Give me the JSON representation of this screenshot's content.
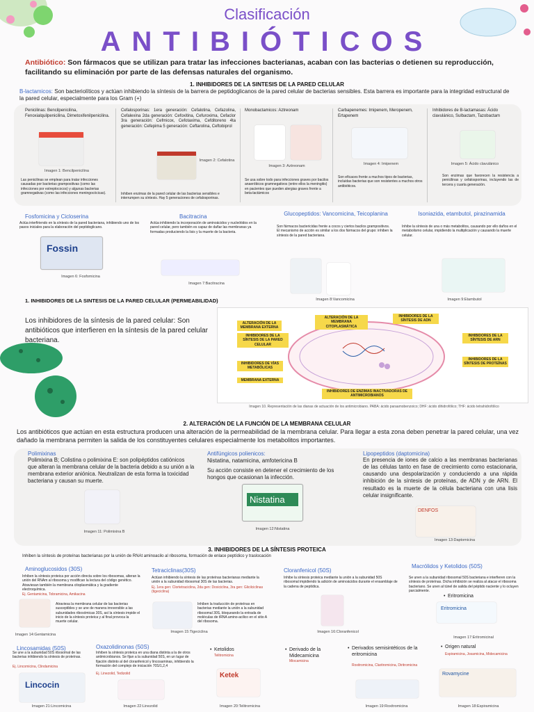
{
  "header": {
    "subtitle": "Clasificación",
    "title": "ANTIBIÓTICOS"
  },
  "intro": {
    "label": "Antibiótico:",
    "text": " Son fármacos que se utilizan para tratar las infecciones bacterianas, acaban con las bacterias o detienen su reproducción, facilitando su eliminación por parte de las defensas naturales del organismo."
  },
  "s1": {
    "heading": "1. INHIBIDORES DE LA SINTESIS DE LA PARED CELULAR",
    "beta_label": "B-lactamicos:",
    "beta_text": " Son bacteriolíticos y actúan inhibiendo la síntesis de la barrera de peptidoglicanos de la pared celular de bacterias sensibles. Esta barrera es importante para la integridad estructural de la pared celular, especialmente para los Gram (+)",
    "c1": {
      "list": "Penicilinas: Bencilpenicilina, Fenoxialquilpenicilina, Dimetoxifenilpenicilina.",
      "cap": "Imagen 1: Bencilpenicilina",
      "text": "Las penicilinas se emplean para tratar infecciones causadas por bacterias grampositivas (como las infecciones por estreptococos) y algunas bacterias gramnegativas (como las infecciones meningocócicas)."
    },
    "c2": {
      "list": "Cefalosporinas: 1era generación: Cefalotina, Cefazolina, Cefalexina 2da generación: Cefoxitina, Cefuroxima, Cefaclor 3ra generación: Cefmicox, Cefotaxima, Cefditoreno 4ta generación: Cefepima 5 generación: Ceftarolina, Ceftobiprol",
      "cap": "Imagen 2: Cefalotina",
      "text": "Inhiben enzimas de la pared celular de las bacterias sensibles e interrumpen su síntesis. Hay 5 generaciones de cefalosporinas."
    },
    "c3": {
      "list": "Monobactamicos: Aztreonam",
      "cap": "Imagen 3: Aztreonam",
      "text": "Se usa sobre todo para infecciones graves por bacilos anaeróbicos gramnegativos (entre ellos la meningitis) en pacientes que pueden alergias graves frente a beta-lactámicos"
    },
    "c4": {
      "list": "Carbapenemes: Imipenem, Meropenem, Ertapenem",
      "cap": "Imagen 4: Imipenem",
      "text": "Son eficaces frente a muchos tipos de bacterias, incluidas bacterias que son resistentes a muchos otros antibióticos."
    },
    "c5": {
      "list": "Inhibidores de B-lactamasas: Ácido clavulánico, Sulbactam, Tazobactam",
      "cap": "Imagen 5: Ácido clavulánico",
      "text": "Son enzimas que favorecen la resistencia a penicilinas y cefalosporinas, incluyendo las de tercera y cuarta generación."
    }
  },
  "row2": {
    "fosfo": {
      "title": "Fosfomicina y Cicloserina",
      "text": "Actúa interfiriendo en la síntesis de la pared bacteriana, inhibiendo uno de los pasos iniciales para la elaboración del peptidoglicano.",
      "brand": "Fossin",
      "cap": "Imagen 6: Fosfomicina"
    },
    "baci": {
      "title": "Bacitracina",
      "text": "Actúa inhibiendo la incorporación de aminoácidos y nucleótidos en la pared celular, pero también es capaz de dañar las membranas ya formadas produciendo la lisis y la muerte de la bacteria.",
      "cap": "Imagen 7:Bacitracina"
    },
    "gluco": {
      "title": "Glucopeptidos: Vancomicina, Teicoplanina",
      "text": "Son fármacos bactericidas frente a cocos y ciertos bacilos grampositivos. El mecanismo de acción es similar a los dos fármacos del grupo: inhiben la síntesis de la pared bacteriana.",
      "cap": "Imagen 8:Vancomicina"
    },
    "iso": {
      "title": "Isoniazida, etambutol, pirazinamida",
      "text": "Inhibe la síntesis de una o más metabolitos, causando por ello daños en el metabolismo celular, impidiendo la multiplicación y causando la muerte celular.",
      "cap": "Imagen 9:Etambutol"
    }
  },
  "perm": {
    "heading": "1. INHIBIDORES DE LA SINTESIS DE LA PARED CELULAR (PERMEABILIDAD)",
    "text": "Los inhibidores de la síntesis de la pared celular: Son antibióticos que interfieren en la síntesis de la pared celular bacteriana.",
    "diag_cap": "Imagen 10. Representación de las dianas de actuación de los antimicrobiano. PABA: ácido paraamobenzoico; DHF: ácido dihidrofólico; THF: ácido tetrahidrofólico",
    "diag_boxes": [
      "ALTERACIÓN DE LA MEMBRANA EXTERNA",
      "ALTERACIÓN DE LA MEMBRANA CITOPLASMÁTICA",
      "INHIBIDORES DE LA SÍNTESIS DE LA PARED CELULAR",
      "INHIBIDORES DE LA SÍNTESIS DE ADN",
      "INHIBIDORES DE VÍAS METABÓLICAS",
      "INHIBIDORES DE LA SÍNTESIS DE ARN",
      "MEMBRANA EXTERNA",
      "INHIBIDORES DE LA SÍNTESIS DE PROTEÍNAS",
      "INHIBIDORES DE ENZIMAS INACTIVADORAS DE ANTIMICROBIANOS"
    ]
  },
  "s2": {
    "heading": "2. ALTERACIÓN DE LA FUNCIÓN DE LA MEMBRANA CELULAR",
    "text": "Los antibióticos que actúan en esta estructura producen una alteración de la permeabilidad de la membrana celular. Para llegar a esta zona deben penetrar la pared celular, una vez dañado la membrana permiten la salida de los constituyentes celulares especialmente los metabolitos importantes.",
    "poli": {
      "title": "Polimixinas",
      "text": "Polimixina B; Colistina o polimixina E: son polipéptidos catiónicos que alteran la membrana celular de la bacteria debido a su unión a la membrana exterior aniónica. Neutralizan de esta forma la toxicidad bacteriana y causan su muerte.",
      "cap": "Imagen 11: Polimixina B"
    },
    "anti": {
      "title": "Antifúngicos polienicos:",
      "text": "Nistatina, natamicina, amfotericina B",
      "text2": "Su acción consiste en detener el crecimiento de los hongos que ocasionan la infección.",
      "brand": "Nistatina",
      "cap": "Imagen 12:Nistatina"
    },
    "lipo": {
      "title": "Lipopeptidos (daptomicina)",
      "text": "En presencia de iones de calcio a las membranas bacterianas de las células tanto en fase de crecimiento como estacionaria, causando una despolarización y conduciendo a una rápida inhibición de la síntesis de proteínas, de ADN y de ARN. El resultado es la muerte de la célula bacteriana con una lisis celular insignificante.",
      "brand": "DENFOS",
      "cap": "Imagen 13:Daptomicina"
    }
  },
  "s3": {
    "heading": "3. INHIBIDORES DE LA SÍNTESIS PROTEICA",
    "sub": "Inhiben la síntesis de proteínas bacterianas por la unión de RNAt aminoacilo al ribosoma, formación de enlace peptídico y traslocación",
    "amino": {
      "title": "Aminoglucosidos (30S)",
      "text": "Inhiben la síntesis proteica por acción directa sobre los ribosomas, alteran la unión del RNAm al ribosoma y modifican la lectura del código genético. Atraviesan también la membrana citoplasmática y la gradiente electroquímica.",
      "ex": "Ej. Gentamicina, Tobramicina, Amikacina",
      "text2": "Atraviesa la membrana celular de las bacterias susceptibles y se une de manera irreversible a las subunidades ribosómicas 30S, así la síntesis impide el inicio de la síntesis proteica y al final provoca la muerte celular.",
      "cap": "Imagen 14:Gentamicina"
    },
    "tetra": {
      "title": "Tetraciclinas(30S)",
      "text": "Actúan inhibiendo la síntesis de las proteínas bacterianas mediante la unión a la subunidad ribosomal 30S de las bacterias.",
      "ex": "Ej. 1era gen: Clortetraciclina, 2da gen: Doxiciclina, 3ra gen: Glicilciclinas (tigeciclina)",
      "text2": "Inhiben la traducción de proteínas en bacterias mediante la unión a la subunidad ribosomal 30S, bloqueando la entrada de moléculas de tRNA amino-acilico en el sitio A del ribosoma.",
      "cap": "Imagen 15:Tigeciclina"
    },
    "clora": {
      "title": "Cloranfenicol (50S)",
      "text": "Inhibe la síntesis proteica mediante la unión a la subunidad 50S ribosomal impidiendo la adición de aminoácidos durante el ensamblaje de la cadena de peptídica.",
      "cap": "Imagen 16:Cloranfenicol"
    },
    "macro": {
      "title": "Macrólidos y Ketolidos (50S)",
      "text": "Se unen a la subunidad ribosomal 50S bacteriana e interfieren con la síntesis de proteínas. Dicha inhibición se realiza al atacar el ribosoma bacteriano. Se unen al túnel de salida del péptido naciente y lo ocluyen parcialmente.",
      "sub": "Eritromicina",
      "brand": "Eritromicina",
      "cap": "Imagen 17:Eritromicinal"
    },
    "linco": {
      "title": "Lincosamidas (50S)",
      "text": "Se une a la subunidad 50S ribosomal de las bacterias inhibiendo la síntesis de proteínas.",
      "ex": "Ej. Lincomicina, Clindamicina",
      "brand": "Lincocin",
      "cap": "Imagen 21:Lincomicina"
    },
    "oxa": {
      "title": "Oxazolidinonas (50S)",
      "text": "Inhiben la síntesis proteica en una diana distinta a la de otros antimicrobianos. Se fijan a la subunidad 50S, en un lugar de fijación distinto al del cloranfenicol y lincosaminas, inhibiendo la formación del complejo de iniciación 70S/1,2,4",
      "ex": "Ej. Linezolid, Tedizolid",
      "cap": "Imagen 22:Linezolid"
    },
    "keto": {
      "title": "Ketolidos",
      "ex": "Telitromicina",
      "brand": "Ketek",
      "cap": "Imagen 20:Telitromicina"
    },
    "mide": {
      "title": "Derivado de la Midecamicina",
      "ex": "Miocamicina"
    },
    "deriv": {
      "title": "Derivados semisintéticos de la eritromicina",
      "ex": "Roxitromicina, Claritromicina, Diritromicina",
      "cap": "Imagen 19:Roxitromicina"
    },
    "orig": {
      "title": "Origen natural",
      "ex": "Espiramicina, Josamicina, Midecamicina",
      "brand": "Rovamycine",
      "cap": "Imagen 18:Espiramicina"
    }
  }
}
